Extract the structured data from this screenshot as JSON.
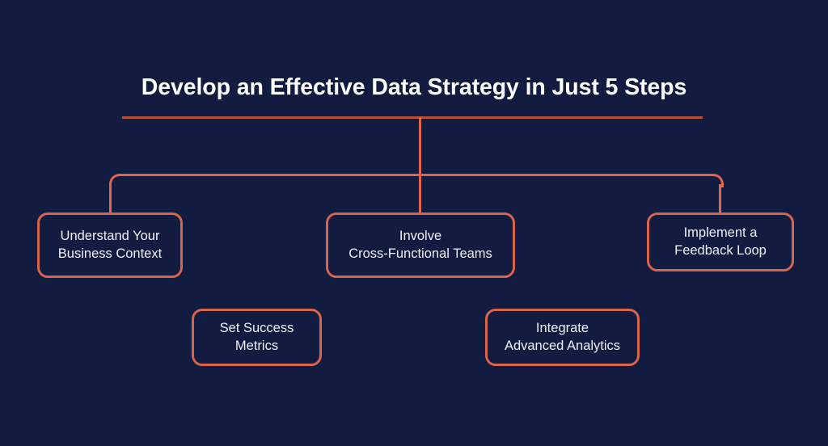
{
  "theme": {
    "background": "#111c40",
    "accent": "#d9644a",
    "connector": "#e0664a",
    "rule": "#b8503a",
    "text": "#eef1f8",
    "title_text": "#ffffff"
  },
  "header": {
    "title": "Develop an Effective Data Strategy in Just 5 Steps"
  },
  "diagram": {
    "type": "tree",
    "root_label": "Develop an Effective Data Strategy in Just 5 Steps",
    "nodes": [
      {
        "id": "step-1",
        "label": "Understand Your\nBusiness Context",
        "row": 1,
        "order": 1
      },
      {
        "id": "step-2",
        "label": "Set Success\nMetrics",
        "row": 2,
        "order": 2
      },
      {
        "id": "step-3",
        "label": "Involve\nCross-Functional Teams",
        "row": 1,
        "order": 3
      },
      {
        "id": "step-4",
        "label": "Integrate\nAdvanced Analytics",
        "row": 2,
        "order": 4
      },
      {
        "id": "step-5",
        "label": "Implement a\nFeedback Loop",
        "row": 1,
        "order": 5
      }
    ],
    "connectors": [
      {
        "from": "root",
        "to": "step-1"
      },
      {
        "from": "root",
        "to": "step-3"
      },
      {
        "from": "root",
        "to": "step-5"
      }
    ]
  }
}
